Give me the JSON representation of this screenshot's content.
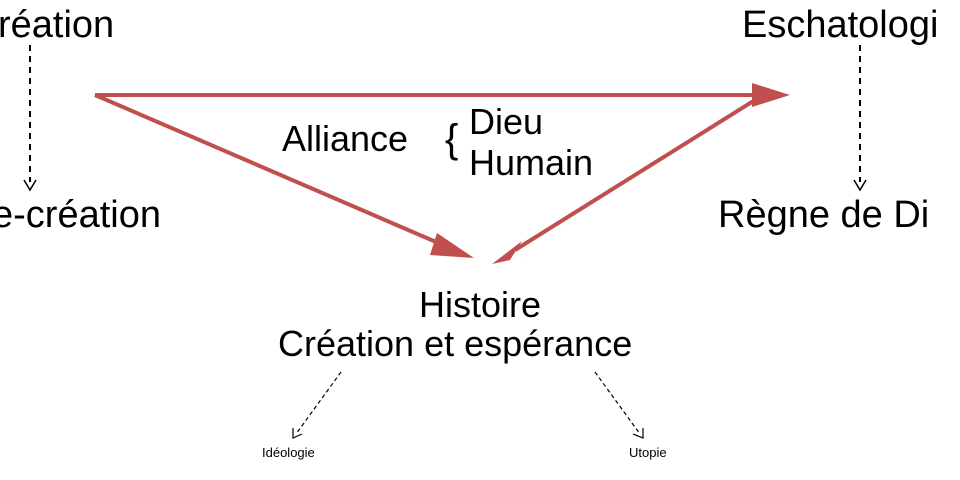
{
  "colors": {
    "arrow": "#c0504d",
    "text": "#000000",
    "background": "#ffffff"
  },
  "nodes": {
    "creation": "réation",
    "re_creation": "e-création",
    "eschatology": "Eschatologi",
    "reign_of_god": "Règne de Di",
    "history": "Histoire",
    "creation_hope": "Création et espérance",
    "ideology": "Idéologie",
    "utopia": "Utopie"
  },
  "alliance": {
    "label": "Alliance",
    "brace": "{",
    "members": [
      "Dieu",
      "Humain"
    ]
  }
}
